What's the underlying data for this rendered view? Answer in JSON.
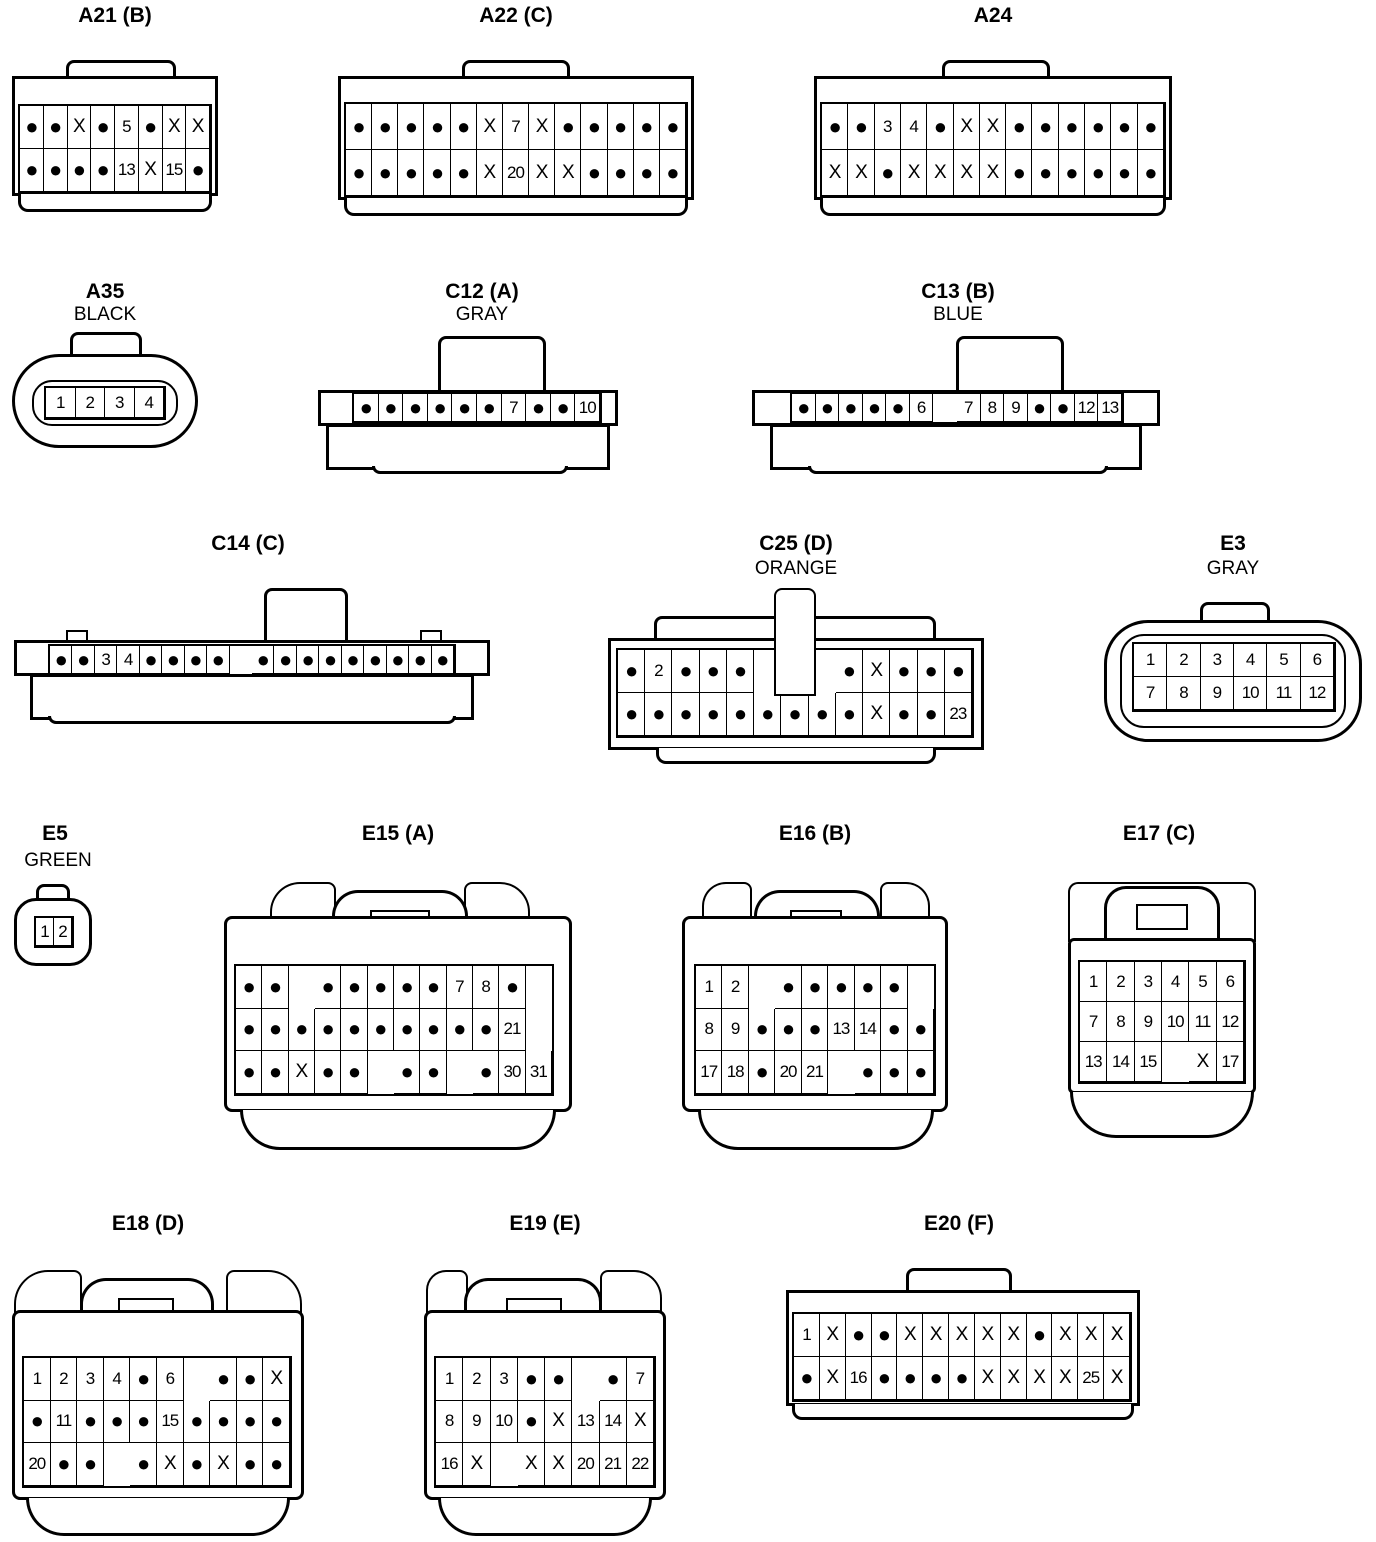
{
  "connectors": [
    {
      "id": "a21",
      "title": "A21 (B)",
      "color": "",
      "rows": [
        [
          "●",
          "●",
          "X",
          "●",
          "5",
          "●",
          "X",
          "X"
        ],
        [
          "●",
          "●",
          "●",
          "●",
          "13",
          "X",
          "15",
          "●"
        ]
      ]
    },
    {
      "id": "a22",
      "title": "A22 (C)",
      "color": "",
      "rows": [
        [
          "●",
          "●",
          "●",
          "●",
          "●",
          "X",
          "7",
          "X",
          "●",
          "●",
          "●",
          "●",
          "●"
        ],
        [
          "●",
          "●",
          "●",
          "●",
          "●",
          "X",
          "20",
          "X",
          "X",
          "●",
          "●",
          "●",
          "●"
        ]
      ]
    },
    {
      "id": "a24",
      "title": "A24",
      "color": "",
      "rows": [
        [
          "●",
          "●",
          "3",
          "4",
          "●",
          "X",
          "X",
          "●",
          "●",
          "●",
          "●",
          "●",
          "●"
        ],
        [
          "X",
          "X",
          "●",
          "X",
          "X",
          "X",
          "X",
          "●",
          "●",
          "●",
          "●",
          "●",
          "●"
        ]
      ]
    },
    {
      "id": "a35",
      "title": "A35",
      "color": "BLACK",
      "rows": [
        [
          "1",
          "2",
          "3",
          "4"
        ]
      ]
    },
    {
      "id": "c12",
      "title": "C12 (A)",
      "color": "GRAY",
      "rows": [
        [
          "●",
          "●",
          "●",
          "●",
          "●",
          "●",
          "7",
          "●",
          "●",
          "10"
        ]
      ]
    },
    {
      "id": "c13",
      "title": "C13 (B)",
      "color": "BLUE",
      "rows": [
        [
          "●",
          "●",
          "●",
          "●",
          "●",
          "6",
          "",
          "7",
          "8",
          "9",
          "●",
          "●",
          "12",
          "13"
        ]
      ]
    },
    {
      "id": "c14",
      "title": "C14 (C)",
      "color": "",
      "rows": [
        [
          "●",
          "●",
          "3",
          "4",
          "●",
          "●",
          "●",
          "●",
          "",
          "●",
          "●",
          "●",
          "●",
          "●",
          "●",
          "●",
          "●",
          "●"
        ]
      ]
    },
    {
      "id": "c25",
      "title": "C25 (D)",
      "color": "ORANGE",
      "rows": [
        [
          "●",
          "2",
          "●",
          "●",
          "●",
          "",
          "",
          "",
          "●",
          "X",
          "●",
          "●",
          "●"
        ],
        [
          "●",
          "●",
          "●",
          "●",
          "●",
          "●",
          "●",
          "●",
          "●",
          "X",
          "●",
          "●",
          "23"
        ]
      ]
    },
    {
      "id": "e3",
      "title": "E3",
      "color": "GRAY",
      "rows": [
        [
          "1",
          "2",
          "3",
          "4",
          "5",
          "6"
        ],
        [
          "7",
          "8",
          "9",
          "10",
          "11",
          "12"
        ]
      ]
    },
    {
      "id": "e5",
      "title": "E5",
      "color": "GREEN",
      "rows": [
        [
          "1",
          "2"
        ]
      ]
    },
    {
      "id": "e15",
      "title": "E15 (A)",
      "color": "",
      "rows": [
        [
          "●",
          "●",
          "",
          "●",
          "●",
          "●",
          "●",
          "●",
          "7",
          "8",
          "●"
        ],
        [
          "●",
          "●",
          "●",
          "●",
          "●",
          "●",
          "●",
          "●",
          "●",
          "●",
          "21"
        ],
        [
          "●",
          "●",
          "X",
          "●",
          "●",
          "",
          "●",
          "●",
          "",
          "●",
          "30",
          "31"
        ]
      ]
    },
    {
      "id": "e16",
      "title": "E16 (B)",
      "color": "",
      "rows": [
        [
          "1",
          "2",
          "",
          "●",
          "●",
          "●",
          "●",
          "●"
        ],
        [
          "8",
          "9",
          "●",
          "●",
          "●",
          "13",
          "14",
          "●",
          "●"
        ],
        [
          "17",
          "18",
          "●",
          "20",
          "21",
          "",
          "●",
          "●",
          "●"
        ]
      ]
    },
    {
      "id": "e17",
      "title": "E17 (C)",
      "color": "",
      "rows": [
        [
          "1",
          "2",
          "3",
          "4",
          "5",
          "6"
        ],
        [
          "7",
          "8",
          "9",
          "10",
          "11",
          "12"
        ],
        [
          "13",
          "14",
          "15",
          "",
          "X",
          "17"
        ]
      ]
    },
    {
      "id": "e18",
      "title": "E18 (D)",
      "color": "",
      "rows": [
        [
          "1",
          "2",
          "3",
          "4",
          "●",
          "6",
          "",
          "●",
          "●",
          "X"
        ],
        [
          "●",
          "11",
          "●",
          "●",
          "●",
          "15",
          "●",
          "●",
          "●",
          "●"
        ],
        [
          "20",
          "●",
          "●",
          "",
          "●",
          "X",
          "●",
          "X",
          "●",
          "●"
        ]
      ]
    },
    {
      "id": "e19",
      "title": "E19 (E)",
      "color": "",
      "rows": [
        [
          "1",
          "2",
          "3",
          "●",
          "●",
          "",
          "●",
          "7"
        ],
        [
          "8",
          "9",
          "10",
          "●",
          "X",
          "13",
          "14",
          "X"
        ],
        [
          "16",
          "X",
          "",
          "X",
          "X",
          "20",
          "21",
          "22"
        ]
      ]
    },
    {
      "id": "e20",
      "title": "E20 (F)",
      "color": "",
      "rows": [
        [
          "1",
          "X",
          "●",
          "●",
          "X",
          "X",
          "X",
          "X",
          "X",
          "●",
          "X",
          "X",
          "X"
        ],
        [
          "●",
          "X",
          "16",
          "●",
          "●",
          "●",
          "●",
          "X",
          "X",
          "X",
          "X",
          "25",
          "X"
        ]
      ]
    }
  ]
}
